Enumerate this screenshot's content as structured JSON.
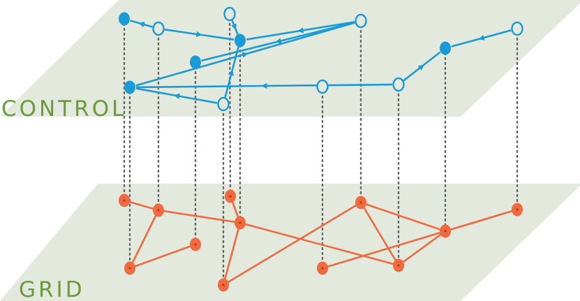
{
  "labels": {
    "control": "CONTROL",
    "grid": "GRID"
  },
  "colors": {
    "plane": "#e3e9dc",
    "label": "#6a9a3c",
    "control": "#1a9ad6",
    "grid": "#ef6a3e",
    "connector": "#666666"
  },
  "control_nodes": [
    {
      "id": "c1",
      "style": "filled"
    },
    {
      "id": "c2",
      "style": "hollow"
    },
    {
      "id": "c3",
      "style": "hollow"
    },
    {
      "id": "c4",
      "style": "filled"
    },
    {
      "id": "c5",
      "style": "hollow"
    },
    {
      "id": "c6",
      "style": "hollow"
    },
    {
      "id": "c7",
      "style": "filled"
    },
    {
      "id": "c8",
      "style": "filled"
    },
    {
      "id": "c9",
      "style": "hollow"
    },
    {
      "id": "c10",
      "style": "filled"
    },
    {
      "id": "c11",
      "style": "hollow"
    },
    {
      "id": "c12",
      "style": "hollow"
    }
  ],
  "control_edges": [
    {
      "from": "c2",
      "to": "c1"
    },
    {
      "from": "c2",
      "to": "c4"
    },
    {
      "from": "c3",
      "to": "c4"
    },
    {
      "from": "c5",
      "to": "c4"
    },
    {
      "from": "c5",
      "to": "c7"
    },
    {
      "from": "c6",
      "to": "c8"
    },
    {
      "from": "c6",
      "to": "c4"
    },
    {
      "from": "c7",
      "to": "c6"
    },
    {
      "from": "c9",
      "to": "c7"
    },
    {
      "from": "c9",
      "to": "c10"
    },
    {
      "from": "c11",
      "to": "c10"
    }
  ],
  "grid_nodes": [
    {
      "id": "g1"
    },
    {
      "id": "g2"
    },
    {
      "id": "g3"
    },
    {
      "id": "g4"
    },
    {
      "id": "g5"
    },
    {
      "id": "g6"
    },
    {
      "id": "g7"
    },
    {
      "id": "g8"
    },
    {
      "id": "g9"
    },
    {
      "id": "g10"
    },
    {
      "id": "g11"
    },
    {
      "id": "g12"
    }
  ],
  "grid_edges": [
    {
      "from": "g1",
      "to": "g2"
    },
    {
      "from": "g2",
      "to": "g4"
    },
    {
      "from": "g3",
      "to": "g4"
    },
    {
      "from": "g2",
      "to": "g7"
    },
    {
      "from": "g7",
      "to": "g8"
    },
    {
      "from": "g4",
      "to": "g5"
    },
    {
      "from": "g4",
      "to": "g9"
    },
    {
      "from": "g5",
      "to": "g6"
    },
    {
      "from": "g9",
      "to": "g6"
    },
    {
      "from": "g9",
      "to": "g10"
    },
    {
      "from": "g6",
      "to": "g10"
    },
    {
      "from": "g10",
      "to": "g11"
    },
    {
      "from": "g11",
      "to": "g12"
    }
  ],
  "links": [
    {
      "control": "c1",
      "grid": "g1"
    },
    {
      "control": "c2",
      "grid": "g2"
    },
    {
      "control": "c3",
      "grid": "g3"
    },
    {
      "control": "c4",
      "grid": "g4"
    },
    {
      "control": "c5",
      "grid": "g5"
    },
    {
      "control": "c6",
      "grid": "g6"
    },
    {
      "control": "c7",
      "grid": "g7"
    },
    {
      "control": "c8",
      "grid": "g8"
    },
    {
      "control": "c9",
      "grid": "g9"
    },
    {
      "control": "c10",
      "grid": "g10"
    },
    {
      "control": "c11",
      "grid": "g11"
    },
    {
      "control": "c12",
      "grid": "g12"
    }
  ]
}
